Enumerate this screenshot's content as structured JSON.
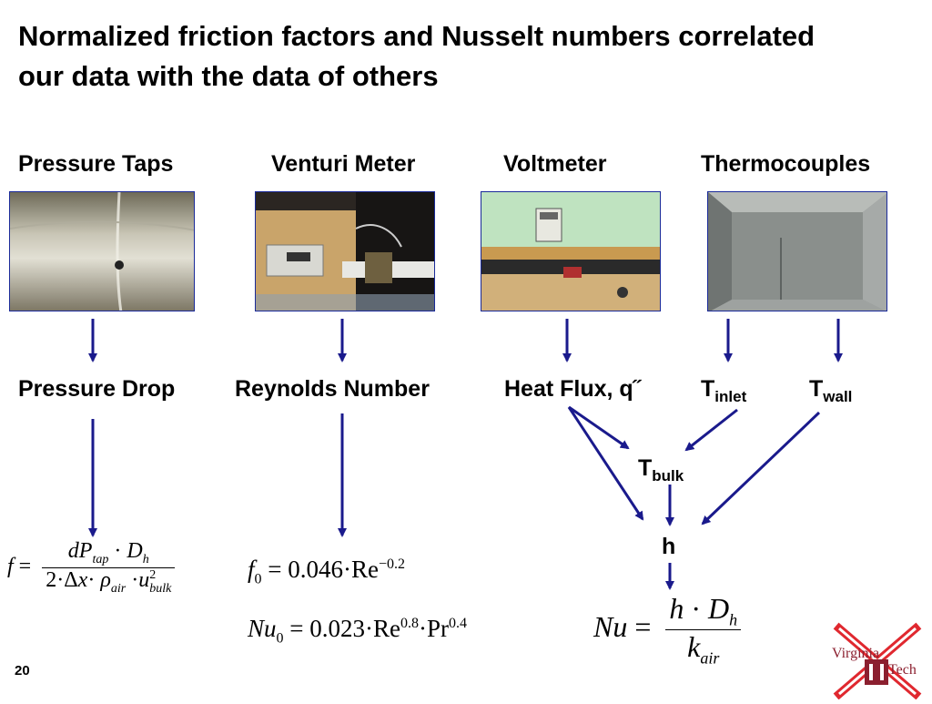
{
  "title": {
    "line1": "Normalized friction factors and Nusselt numbers correlated",
    "line2": "our data with the data of others"
  },
  "instruments": {
    "pressure_taps": "Pressure Taps",
    "venturi_meter": "Venturi Meter",
    "voltmeter": "Voltmeter",
    "thermocouples": "Thermocouples"
  },
  "quantities": {
    "pressure_drop": "Pressure Drop",
    "reynolds_number": "Reynolds Number",
    "heat_flux": "Heat Flux, q˝",
    "t_inlet_base": "T",
    "t_inlet_sub": "inlet",
    "t_wall_base": "T",
    "t_wall_sub": "wall",
    "t_bulk_base": "T",
    "t_bulk_sub": "bulk",
    "h": "h"
  },
  "equations": {
    "friction_factor": "f = dP_tap · D_h / (2 · Δx · ρ_air · u_bulk²)",
    "f0_prefix": "= 0.046·Re",
    "f0_exp": "−0.2",
    "nu0_prefix": "= 0.023·Re",
    "nu0_exp1": "0.8",
    "nu0_mid": "·Pr",
    "nu0_exp2": "0.4",
    "nusselt": "Nu = h · D_h / k_air"
  },
  "slide_number": "20",
  "logo": {
    "line1": "Virginia",
    "line2": "Tech",
    "color": "#8b1f2f",
    "cross_color": "#e0282f"
  },
  "colors": {
    "arrow": "#1a1a8c"
  }
}
